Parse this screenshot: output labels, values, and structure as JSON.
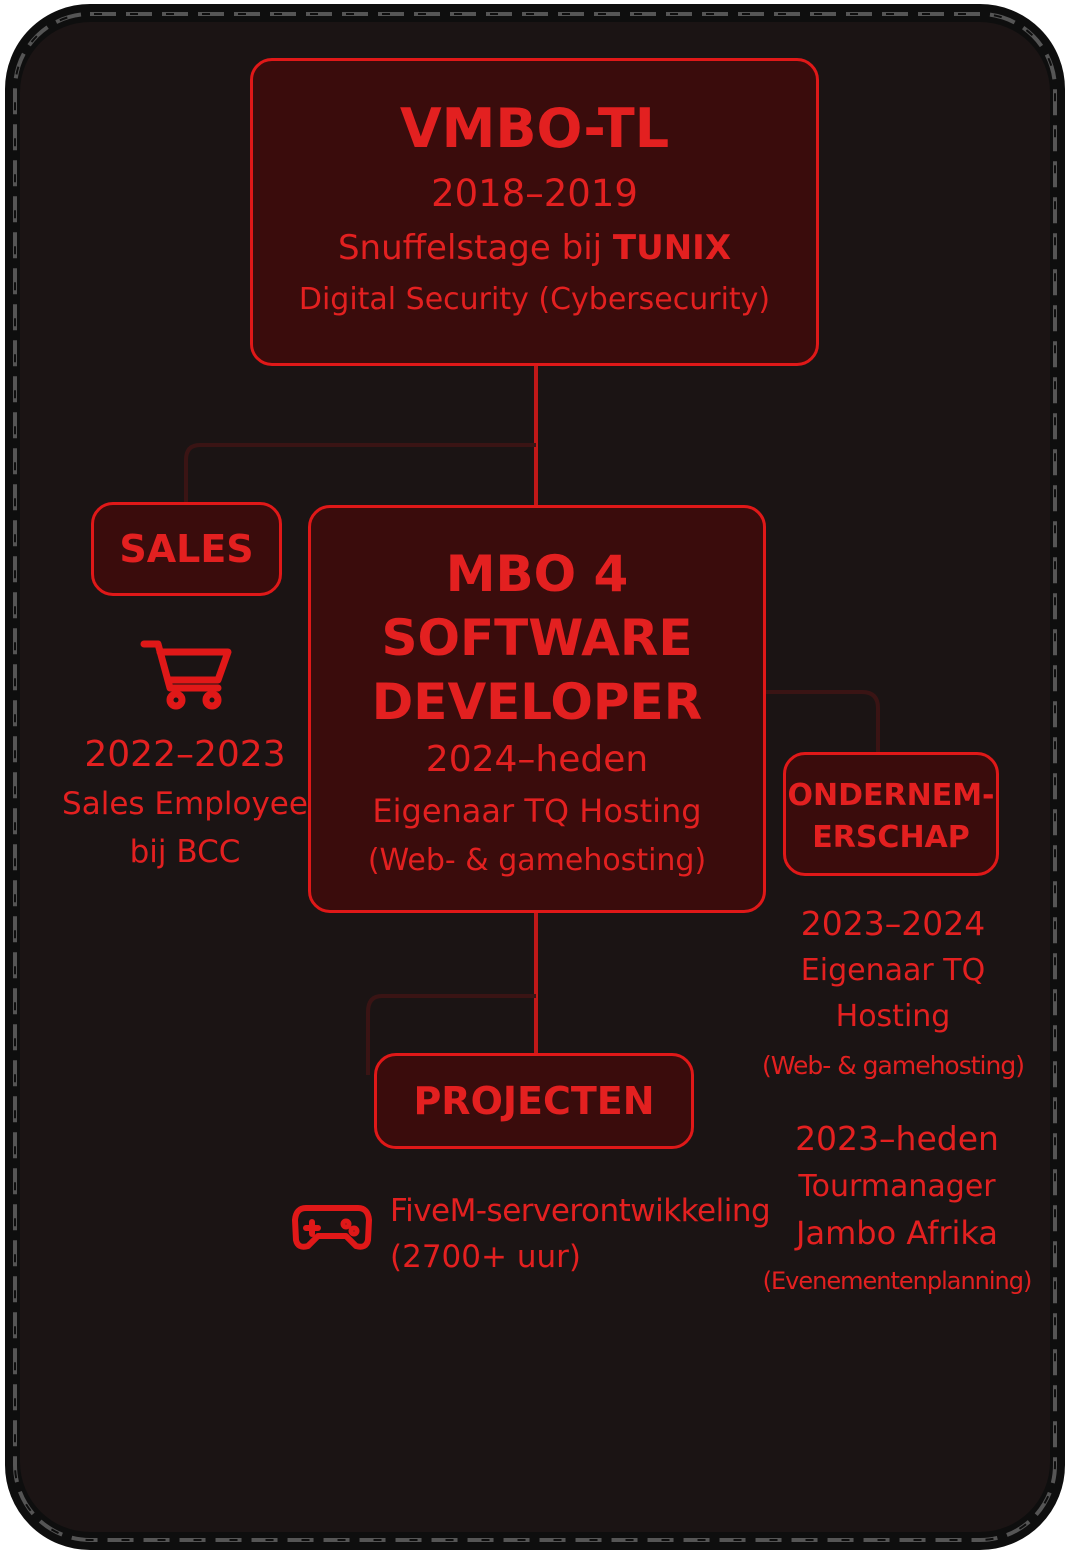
{
  "colors": {
    "accent": "#e01818",
    "panel": "#1b1414",
    "box_fill": "#3a0c0c",
    "chain": "#111111"
  },
  "vmbo": {
    "title": "VMBO-TL",
    "years": "2018–2019",
    "line1_prefix": "Snuffelstage bij ",
    "line1_company": "TUNIX",
    "line2": "Digital Security (Cybersecurity)"
  },
  "mbo": {
    "title_1": "MBO 4",
    "title_2": "SOFTWARE",
    "title_3": "DEVELOPER",
    "years": "2024–heden",
    "line1": "Eigenaar TQ Hosting",
    "line2": "(Web- & gamehosting)"
  },
  "sales": {
    "label": "SALES",
    "icon": "shopping-cart-icon",
    "years": "2022–2023",
    "line1": "Sales Employee",
    "line2": "bij BCC"
  },
  "ondernemerschap": {
    "label_1": "ONDERNEM-",
    "label_2": "ERSCHAP",
    "entry1": {
      "years": "2023–2024",
      "line1": "Eigenaar TQ",
      "line2": "Hosting",
      "line3": "(Web- & gamehosting)"
    },
    "entry2": {
      "years": "2023–heden",
      "line1": "Tourmanager",
      "line2": "Jambo Afrika",
      "line3": "(Evenementenplanning)"
    }
  },
  "projecten": {
    "label": "PROJECTEN",
    "icon": "gamepad-icon",
    "line1": "FiveM-serverontwikkeling",
    "line2": "(2700+ uur)"
  }
}
